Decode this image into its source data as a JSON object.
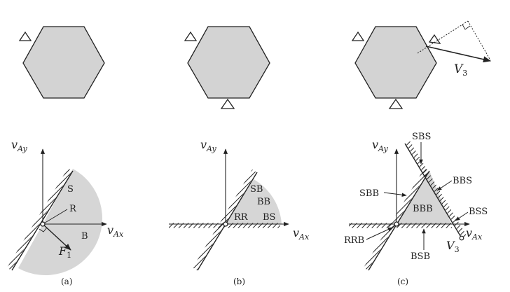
{
  "panels": [
    {
      "caption": "(a)",
      "axis_x": "v",
      "axis_x_sub": "Ax",
      "axis_y": "v",
      "axis_y_sub": "Ay",
      "regions": {
        "S": "S",
        "R": "R",
        "B": "B"
      },
      "wrench": "F",
      "wrench_sub": "1"
    },
    {
      "caption": "(b)",
      "axis_x": "v",
      "axis_x_sub": "Ax",
      "axis_y": "v",
      "axis_y_sub": "Ay",
      "regions": {
        "SB": "SB",
        "BB": "BB",
        "RR": "RR",
        "BS": "BS"
      }
    },
    {
      "caption": "(c)",
      "axis_x": "v",
      "axis_x_sub": "Ax",
      "axis_y": "v",
      "axis_y_sub": "Ay",
      "regions": {
        "SBS": "SBS",
        "BBS": "BBS",
        "SBB": "SBB",
        "BBB": "BBB",
        "BSS": "BSS",
        "RRB": "RRB",
        "BSB": "BSB"
      },
      "velocity": "V",
      "velocity_sub": "3"
    }
  ],
  "colors": {
    "hexagon_fill": "#d3d3d3",
    "region_fill": "#d6d6d6",
    "ink": "#222222"
  }
}
